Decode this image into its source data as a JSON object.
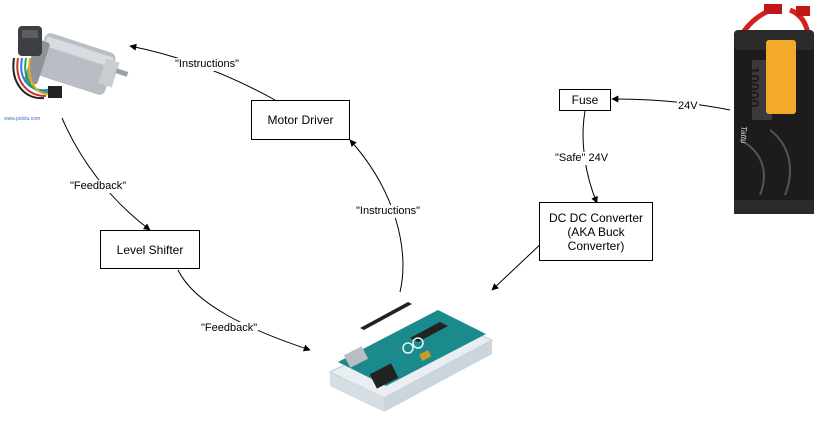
{
  "nodes": {
    "motor_driver": "Motor Driver",
    "level_shifter": "Level Shifter",
    "fuse": "Fuse",
    "dc_dc_converter": "DC DC Converter (AKA Buck Converter)"
  },
  "edge_labels": {
    "instructions_to_motor": "\"Instructions\"",
    "feedback_from_motor": "\"Feedback\"",
    "instructions_from_arduino": "\"Instructions\"",
    "feedback_to_arduino": "\"Feedback\"",
    "battery_to_fuse": "24V",
    "fuse_to_converter": "\"Safe\" 24V"
  },
  "images": {
    "motor": {
      "icon": "gear-motor-icon",
      "brand": "www.pololu.com"
    },
    "battery": {
      "icon": "lipo-battery-icon",
      "capacity": "10000",
      "brand": "Tattu"
    },
    "arduino": {
      "icon": "arduino-board-icon"
    }
  },
  "colors": {
    "line": "#000000",
    "battery_wrap": "#1c1c1c",
    "battery_label": "#f4a92a",
    "battery_leads": "#d62020",
    "board": "#1a8a8c",
    "motor_body": "#b9bec4"
  }
}
